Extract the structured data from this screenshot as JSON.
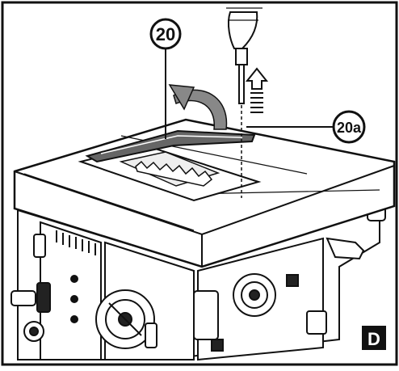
{
  "figure": {
    "callout_main": "20",
    "callout_detail": "20a",
    "panel_letter": "D"
  },
  "colors": {
    "line": "#111111",
    "paper": "#ffffff",
    "badge_bg": "#111111",
    "badge_text": "#ffffff"
  }
}
